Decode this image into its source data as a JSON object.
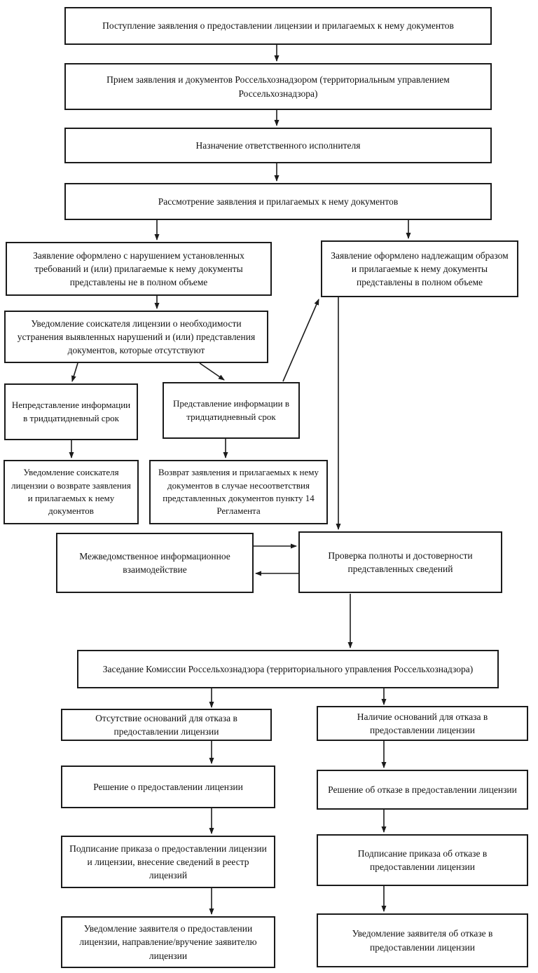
{
  "figure": {
    "type": "flowchart",
    "language": "ru",
    "background_color": "#ffffff",
    "line_color": "#1b1b1b",
    "text_color": "#111111"
  },
  "nodes": [
    {
      "id": "application-received",
      "label": "Поступление заявления о предоставлении лицензии и прилагаемых к нему документов"
    },
    {
      "id": "application-acceptance",
      "label": "Прием заявления и документов Россельхознадзором (территориальным управлением Россельхознадзора)"
    },
    {
      "id": "executor-assignment",
      "label": "Назначение ответственного исполнителя"
    },
    {
      "id": "application-review",
      "label": "Рассмотрение заявления и прилагаемых к нему документов"
    },
    {
      "id": "application-noncompliant",
      "label": "Заявление оформлено с нарушением установленных требований и (или) прилагаемые к нему документы представлены не в полном объеме"
    },
    {
      "id": "application-compliant",
      "label": "Заявление оформлено надлежащим образом и прилагаемые к нему документы представлены в полном объеме"
    },
    {
      "id": "applicant-notification-violations",
      "label": "Уведомление соискателя лицензии о необходимости устранения выявленных нарушений и (или) представления документов, которые отсутствуют"
    },
    {
      "id": "info-not-provided-30days",
      "label": "Непредставление информации в тридцатидневный срок"
    },
    {
      "id": "info-provided-30days",
      "label": "Представление информации в тридцатидневный срок"
    },
    {
      "id": "applicant-return-notification",
      "label": "Уведомление соискателя лицензии о возврате заявления и прилагаемых к нему документов"
    },
    {
      "id": "documents-return",
      "label": "Возврат заявления и прилагаемых к нему документов в случае несоответствия представленных документов пункту 14 Регламента"
    },
    {
      "id": "interagency-interaction",
      "label": "Межведомственное информационное взаимодействие"
    },
    {
      "id": "completeness-check",
      "label": "Проверка полноты и достоверности представленных сведений"
    },
    {
      "id": "commission-meeting",
      "label": "Заседание Комиссии Россельхознадзора (территориального управления Россельхознадзора)"
    },
    {
      "id": "no-refusal-grounds",
      "label": "Отсутствие оснований для отказа в предоставлении лицензии"
    },
    {
      "id": "refusal-grounds",
      "label": "Наличие оснований для отказа в предоставлении лицензии"
    },
    {
      "id": "license-grant-decision",
      "label": "Решение о предоставлении лицензии"
    },
    {
      "id": "license-refusal-decision",
      "label": "Решение об отказе в предоставлении лицензии"
    },
    {
      "id": "order-signing-grant",
      "label": "Подписание приказа о предоставлении лицензии и лицензии, внесение сведений в реестр лицензий"
    },
    {
      "id": "order-signing-refusal",
      "label": "Подписание приказа об отказе в предоставлении лицензии"
    },
    {
      "id": "applicant-notification-grant",
      "label": "Уведомление заявителя о предоставлении лицензии, направление/вручение заявителю лицензии"
    },
    {
      "id": "applicant-notification-refusal",
      "label": "Уведомление заявителя об отказе в предоставлении лицензии"
    }
  ],
  "edges": [
    {
      "from": "application-received",
      "to": "application-acceptance"
    },
    {
      "from": "application-acceptance",
      "to": "executor-assignment"
    },
    {
      "from": "executor-assignment",
      "to": "application-review"
    },
    {
      "from": "application-review",
      "to": "application-noncompliant"
    },
    {
      "from": "application-review",
      "to": "application-compliant"
    },
    {
      "from": "application-noncompliant",
      "to": "applicant-notification-violations"
    },
    {
      "from": "applicant-notification-violations",
      "to": "info-not-provided-30days"
    },
    {
      "from": "applicant-notification-violations",
      "to": "info-provided-30days"
    },
    {
      "from": "info-not-provided-30days",
      "to": "applicant-return-notification"
    },
    {
      "from": "info-provided-30days",
      "to": "documents-return"
    },
    {
      "from": "info-provided-30days",
      "to": "application-compliant"
    },
    {
      "from": "application-compliant",
      "to": "completeness-check"
    },
    {
      "from": "interagency-interaction",
      "to": "completeness-check"
    },
    {
      "from": "completeness-check",
      "to": "interagency-interaction"
    },
    {
      "from": "completeness-check",
      "to": "commission-meeting"
    },
    {
      "from": "commission-meeting",
      "to": "no-refusal-grounds"
    },
    {
      "from": "commission-meeting",
      "to": "refusal-grounds"
    },
    {
      "from": "no-refusal-grounds",
      "to": "license-grant-decision"
    },
    {
      "from": "refusal-grounds",
      "to": "license-refusal-decision"
    },
    {
      "from": "license-grant-decision",
      "to": "order-signing-grant"
    },
    {
      "from": "license-refusal-decision",
      "to": "order-signing-refusal"
    },
    {
      "from": "order-signing-grant",
      "to": "applicant-notification-grant"
    },
    {
      "from": "order-signing-refusal",
      "to": "applicant-notification-refusal"
    }
  ]
}
